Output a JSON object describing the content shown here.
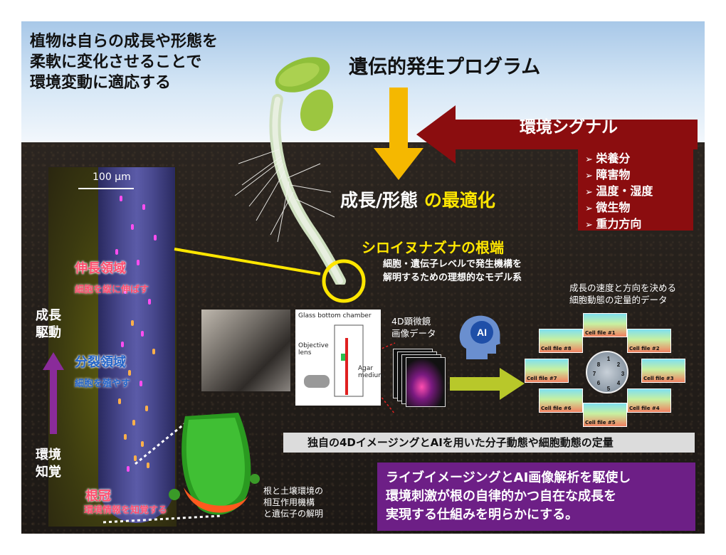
{
  "intro": {
    "lines": [
      "植物は自らの成長や形態を",
      "柔軟に変化させることで",
      "環境変動に適応する"
    ]
  },
  "program_title": "遺伝的発生プログラム",
  "env_signal": {
    "label": "環境シグナル",
    "items": [
      "栄養分",
      "障害物",
      "温度・湿度",
      "微生物",
      "重力方向"
    ]
  },
  "optimization": {
    "prefix": "成長/形態",
    "highlight": "の最適化"
  },
  "model": {
    "title": "シロイヌナズナの根端",
    "desc": [
      "細胞・遺伝子レベルで発生機構を",
      "解明するための理想的なモデル系"
    ]
  },
  "root": {
    "scale": "100 μm",
    "elongation_title": "伸長領域",
    "elongation_sub": "細胞を縦に伸ばす",
    "division_title": "分裂領域",
    "division_sub": "細胞を殖やす",
    "cap_title": "根冠",
    "cap_sub": "環境情報を知覚する",
    "growth_drive": [
      "成長",
      "駆動"
    ],
    "env_perception": [
      "環境",
      "知覚"
    ]
  },
  "quant_desc": [
    "成長の速度と方向を決める",
    "細胞動態の定量的データ"
  ],
  "chamber": {
    "glass_label": "Glass bottom chamber",
    "objective_label": "Objective\nlens",
    "medium_label": "Agar\nmedium"
  },
  "data4d": [
    "4D顕微鏡",
    "画像データ"
  ],
  "ai_label": "AI",
  "cell_files": [
    "Cell file #1",
    "Cell file #2",
    "Cell file #3",
    "Cell file #4",
    "Cell file #5",
    "Cell file #6",
    "Cell file #7",
    "Cell file #8"
  ],
  "cross_section_numbers": [
    "1",
    "2",
    "3",
    "4",
    "5",
    "6",
    "7",
    "8"
  ],
  "imaging_banner": "独自の4DイメージングとAIを用いた分子動態や細胞動態の定量",
  "conclusion": [
    "ライブイメージングとAI画像解析を駆使し",
    "環境刺激が根の自律的かつ自在な成長を",
    "実現する仕組みを明らかにする。"
  ],
  "interaction_desc": [
    "根と土壌環境の",
    "相互作用機構",
    "と遺伝子の解明"
  ],
  "colors": {
    "signal_red": "#8b0d0f",
    "highlight_yellow": "#ffe600",
    "conclusion_purple": "#6d1f86",
    "region_pink": "#ff4d6e",
    "region_blue": "#2464c8"
  }
}
